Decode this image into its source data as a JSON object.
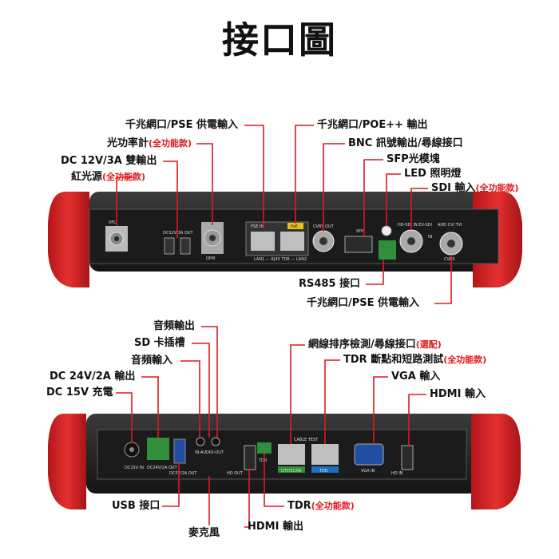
{
  "title": "接口圖",
  "top_labels": [
    {
      "text": "千兆網口/PSE 供電輸入",
      "note": ""
    },
    {
      "text": "光功率計",
      "note": "(全功能款)"
    },
    {
      "text": "DC 12V/3A 雙輸出",
      "note": ""
    },
    {
      "text": "紅光源",
      "note": "(全功能款)"
    },
    {
      "text": "千兆網口/POE++ 輸出",
      "note": ""
    },
    {
      "text": "BNC 訊號輸出/尋線接口",
      "note": ""
    },
    {
      "text": "SFP光模塊",
      "note": ""
    },
    {
      "text": "LED 照明燈",
      "note": ""
    },
    {
      "text": "SDI 輸入",
      "note": "(全功能款)"
    },
    {
      "text": "RS485 接口",
      "note": ""
    },
    {
      "text": "千兆網口/PSE 供電輸入",
      "note": ""
    }
  ],
  "bottom_labels": [
    {
      "text": "音頻輸出",
      "note": ""
    },
    {
      "text": "SD 卡插槽",
      "note": ""
    },
    {
      "text": "音頻輸入",
      "note": ""
    },
    {
      "text": "DC 24V/2A 輸出",
      "note": ""
    },
    {
      "text": "DC 15V 充電",
      "note": ""
    },
    {
      "text": "網線排序檢測/尋線接口",
      "note": "(選配)"
    },
    {
      "text": "TDR 斷點和短路測試",
      "note": "(全功能款)"
    },
    {
      "text": "VGA 輸入",
      "note": ""
    },
    {
      "text": "HDMI 輸入",
      "note": ""
    },
    {
      "text": "USB 接口",
      "note": ""
    },
    {
      "text": "TDR",
      "note": "(全功能款)"
    },
    {
      "text": "麥克風",
      "note": ""
    },
    {
      "text": "HDMI 輸出",
      "note": ""
    }
  ],
  "panel_top_text": [
    "VFL",
    "DC12V 3A OUT",
    "OPM",
    "PSE IN",
    "PoE",
    "LAN1 — RJ45 TDR — LAN2",
    "CVBS OUT",
    "SFP",
    "HD-SDI IN EX-SDI",
    "AHD CVI TVI",
    "IN",
    "CVBS"
  ],
  "panel_bottom_text": [
    "DC15V IN",
    "DC24V/2A OUT",
    "DC5V/2A OUT",
    "IN-AUDIO-OUT",
    "HD OUT",
    "TDR",
    "CABLE TEST",
    "UTP/SCAN",
    "TDR",
    "VGA IN",
    "HD IN"
  ],
  "colors": {
    "red": "#e0181e",
    "shell_red": "#d8262a",
    "body_dark": "#222222",
    "green": "#2f8f3a",
    "blue_port": "#1f4ea3"
  }
}
